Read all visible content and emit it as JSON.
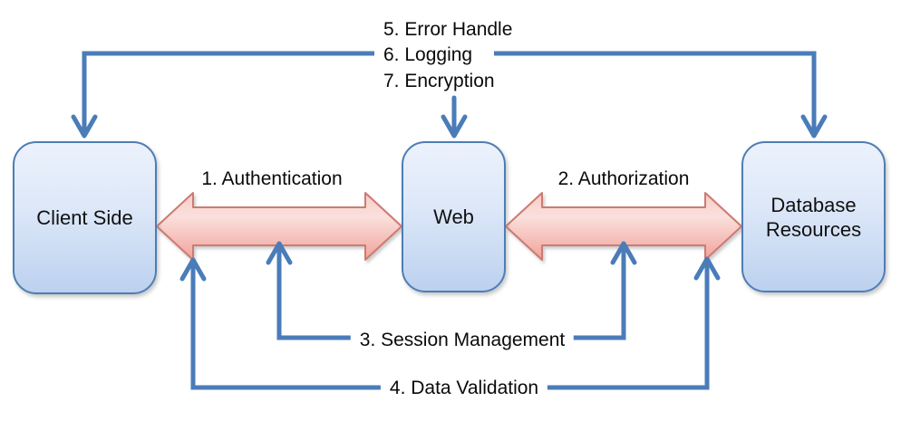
{
  "nodes": [
    {
      "id": "client",
      "label": "Client Side"
    },
    {
      "id": "web",
      "label": "Web"
    },
    {
      "id": "database",
      "label": "Database Resources"
    }
  ],
  "labels": {
    "authentication": "1. Authentication",
    "authorization": "2. Authorization",
    "session_management": "3. Session Management",
    "data_validation": "4. Data Validation",
    "error_handle": "5. Error Handle",
    "logging": "6. Logging",
    "encryption": "7. Encryption"
  },
  "colors": {
    "connector_blue": "#4A7CB8",
    "double_arrow_fill_top": "#F7CCC7",
    "double_arrow_fill_mid": "#FAE0DD",
    "double_arrow_fill_bottom": "#F0A29A",
    "double_arrow_border": "#CE7A71",
    "node_fill_top": "#ECF2FC",
    "node_fill_bottom": "#BCD1EF",
    "node_border": "#4E7DB5",
    "text": "#0a0a0a",
    "background": "#ffffff"
  }
}
